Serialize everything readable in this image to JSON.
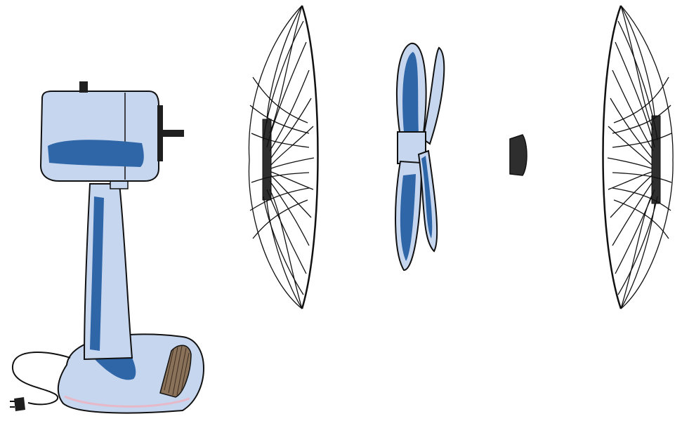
{
  "diagram": {
    "kind": "exploded-view",
    "parts": [
      {
        "id": "fan-body",
        "icon": "fan-body-icon"
      },
      {
        "id": "rear-guard",
        "icon": "fan-guard-icon"
      },
      {
        "id": "blade",
        "icon": "fan-blade-icon"
      },
      {
        "id": "blade-cap",
        "icon": "cap-icon"
      },
      {
        "id": "front-guard",
        "icon": "fan-guard-icon"
      }
    ]
  },
  "colors": {
    "body_light": "#c6d6ee",
    "body_dark": "#2f66a8",
    "outline": "#111111",
    "knob": "#8a7159",
    "cap": "#2e2e2e",
    "cord": "#111111",
    "pink_accent": "#e7b8c8"
  }
}
